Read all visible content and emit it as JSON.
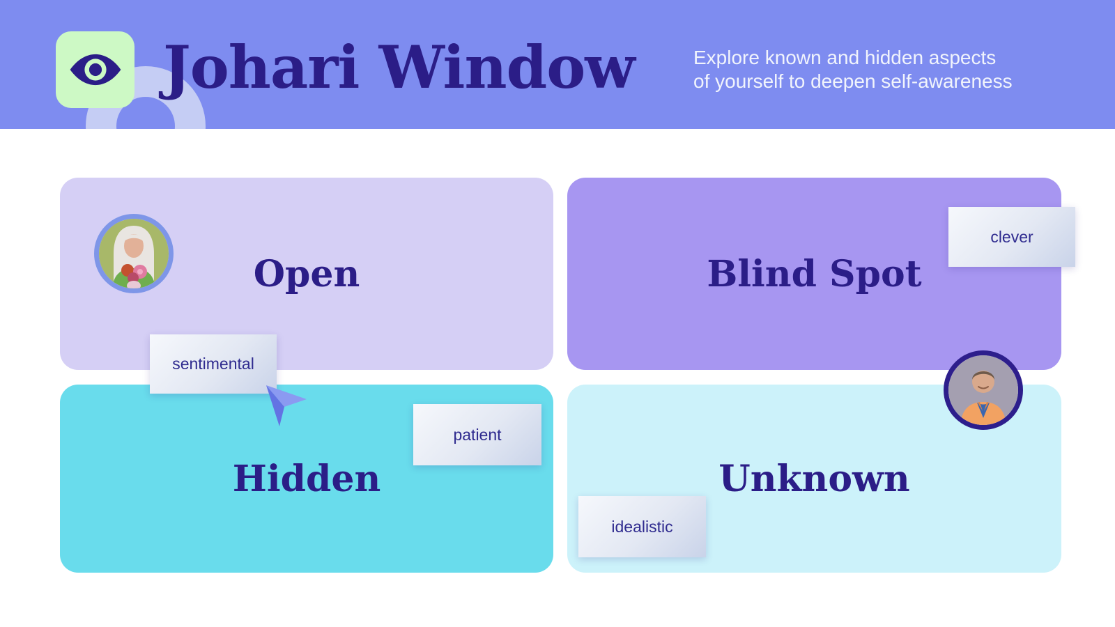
{
  "header": {
    "title": "Johari Window",
    "subtitle": [
      "Explore known and hidden aspects",
      "of yourself to deepen self-awareness"
    ],
    "logo_icon": "eye-icon",
    "colors": {
      "background": "#7E8CF0",
      "title_text": "#2B1D87",
      "subtitle_text": "#F1F4FC",
      "logo_background": "#CDF9C5",
      "decorative_ring": "#C5CDF4"
    }
  },
  "board": {
    "quadrants": [
      {
        "key": "open",
        "label": "Open",
        "color": "#D5CFF5"
      },
      {
        "key": "blind_spot",
        "label": "Blind Spot",
        "color": "#A796F1"
      },
      {
        "key": "hidden",
        "label": "Hidden",
        "color": "#69DCEC"
      },
      {
        "key": "unknown",
        "label": "Unknown",
        "color": "#CCF2FA"
      }
    ],
    "notes": [
      {
        "label": "sentimental",
        "quadrant": "open"
      },
      {
        "label": "clever",
        "quadrant": "blind_spot"
      },
      {
        "label": "patient",
        "quadrant": "hidden"
      },
      {
        "label": "idealistic",
        "quadrant": "unknown"
      }
    ],
    "collaborators": [
      {
        "avatar": "woman-with-flowers-avatar",
        "location": "open-quadrant"
      },
      {
        "avatar": "person-orange-blazer-avatar",
        "location": "blind-spot-unknown-edge"
      }
    ],
    "cursor_colors": {
      "light": "#8B9AF1",
      "dark": "#6373E3"
    },
    "note_text_color": "#2F2B8F",
    "quadrant_title_color": "#2B1D87"
  }
}
